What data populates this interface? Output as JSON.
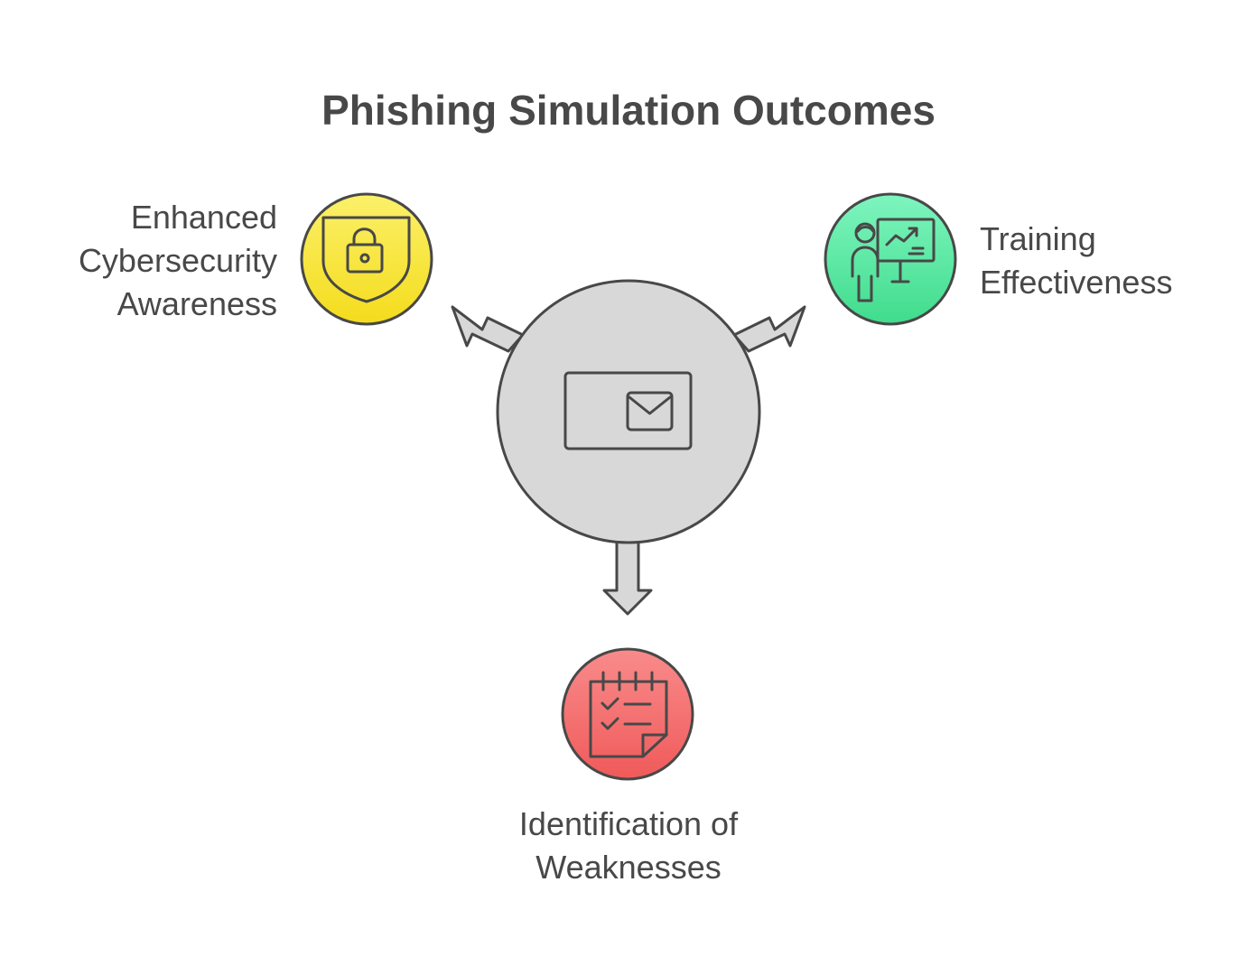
{
  "title": "Phishing Simulation Outcomes",
  "center": {
    "icon": "envelope-icon"
  },
  "outcomes": [
    {
      "lines": [
        "Enhanced",
        "Cybersecurity",
        "Awareness"
      ],
      "icon": "shield-lock-icon",
      "color": "#f7e52b"
    },
    {
      "lines": [
        "Training",
        "Effectiveness"
      ],
      "icon": "presenter-chart-icon",
      "color": "#4ee39a"
    },
    {
      "lines": [
        "Identification of",
        "Weaknesses"
      ],
      "icon": "checklist-icon",
      "color": "#f46b6b"
    }
  ],
  "colors": {
    "hub": "#d8d8d8",
    "stroke": "#484848",
    "text": "#484848"
  }
}
